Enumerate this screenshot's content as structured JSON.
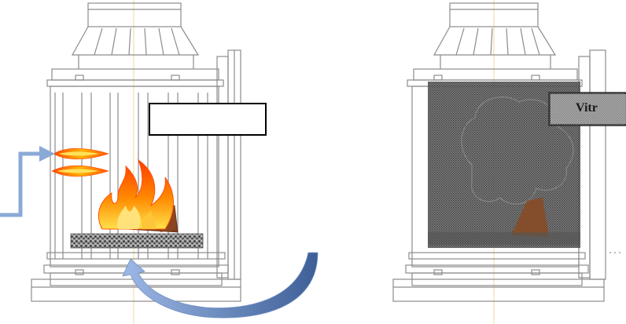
{
  "diagram": {
    "left_panel": {
      "callout_text": ""
    },
    "right_panel": {
      "callout_text": "Vitr"
    },
    "colors": {
      "line": "#8c8c8c",
      "air_arrow": "#8aa9d6",
      "air_arrow_dark": "#5b7bb0",
      "flame_outer": "#ff6a00",
      "flame_inner": "#ffd23a",
      "wood": "#a2552a",
      "grate": "#6b6b6b",
      "screen": "#4a4a4a",
      "callout_fill": "#c9c9c9"
    },
    "icons": [
      "fireplace-insert",
      "flame-icon",
      "log-icon",
      "grate-icon",
      "air-inlet-arrow",
      "smoke-cloud"
    ]
  }
}
